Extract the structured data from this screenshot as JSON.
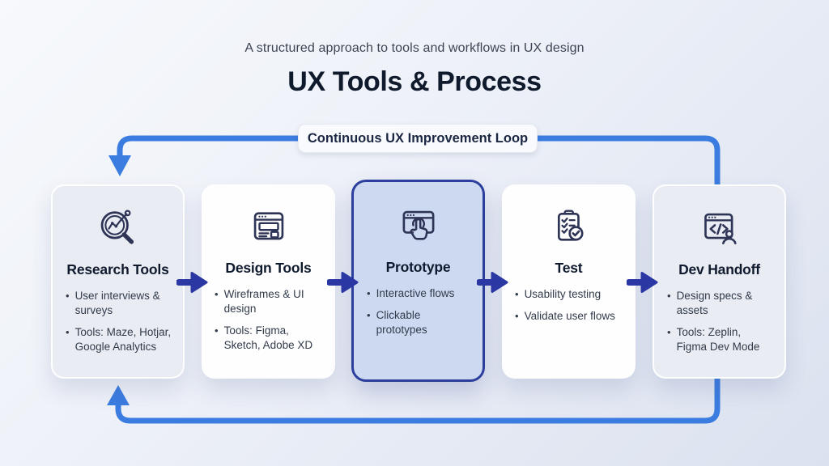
{
  "header": {
    "subtitle": "A structured approach to tools and workflows in UX design",
    "title": "UX Tools & Process"
  },
  "loop": {
    "label": "Continuous UX Improvement Loop"
  },
  "colors": {
    "loop_line": "#3b7ce0",
    "step_arrow": "#2b38a3",
    "highlight_card_fill": "#cdd9f1",
    "highlight_card_border": "#2c3f9d",
    "muted_card_fill": "#e9ecf2",
    "white_card_fill": "#fefefe",
    "icon_stroke": "#2e3456",
    "title_text": "#0f1a2d",
    "body_text": "#323b4b"
  },
  "cards": [
    {
      "title": "Research Tools",
      "icon": "magnifier-analytics-icon",
      "variant": "muted",
      "bullets": [
        "User interviews & surveys",
        "Tools: Maze, Hotjar, Google Analytics"
      ]
    },
    {
      "title": "Design Tools",
      "icon": "browser-wireframe-icon",
      "variant": "white",
      "bullets": [
        "Wireframes & UI design",
        "Tools: Figma, Sketch, Adobe XD"
      ]
    },
    {
      "title": "Prototype",
      "icon": "tap-window-icon",
      "variant": "highlight",
      "bullets": [
        "Interactive flows",
        "Clickable prototypes"
      ]
    },
    {
      "title": "Test",
      "icon": "clipboard-check-icon",
      "variant": "white",
      "bullets": [
        "Usability testing",
        "Validate user flows"
      ]
    },
    {
      "title": "Dev Handoff",
      "icon": "code-window-user-icon",
      "variant": "muted",
      "bullets": [
        "Design specs & assets",
        "Tools: Zeplin, Figma Dev Mode"
      ]
    }
  ]
}
